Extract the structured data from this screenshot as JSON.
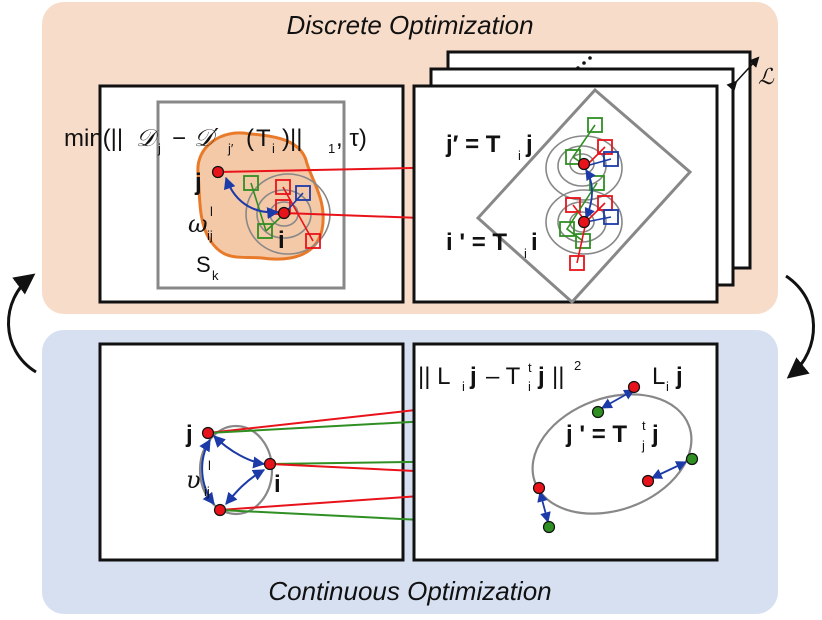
{
  "titles": {
    "top": "Discrete Optimization",
    "bottom": "Continuous Optimization"
  },
  "labels": {
    "min_prefix": "min(||",
    "calD": "𝒟",
    "j_sub": "j",
    "minus": "−",
    "calDp": "𝒟′",
    "jp_sub": "j′",
    "T": "T",
    "i_sub": "i",
    "norm_close": ")||",
    "one_sub": "1",
    "tau_close": ", τ)",
    "jprime_eq": "j′ = T",
    "i_eq_lhs": "i ' = T",
    "i_bold": "i",
    "j_bold": "j",
    "omega": "ω",
    "ij_sub": "ij",
    "l_sup": "l",
    "S": "S",
    "k_sub": "k",
    "L_cal": "ℒ",
    "dots": "⋮",
    "cont_norm_open": "|| L",
    "cont_minus": "– T",
    "t_sup": "t",
    "sq": "2",
    "norm_close2": "||",
    "L_j": "L",
    "jprime_cont": "j ' = T",
    "upsilon": "υ"
  },
  "colors": {
    "discrete_bg": "#f8dcca",
    "continuous_bg": "#d6e0f1",
    "red": "#e8131a",
    "green": "#2f8f22",
    "blue": "#1c3aa8",
    "orange": "#e87a2a",
    "gray": "#888888"
  }
}
